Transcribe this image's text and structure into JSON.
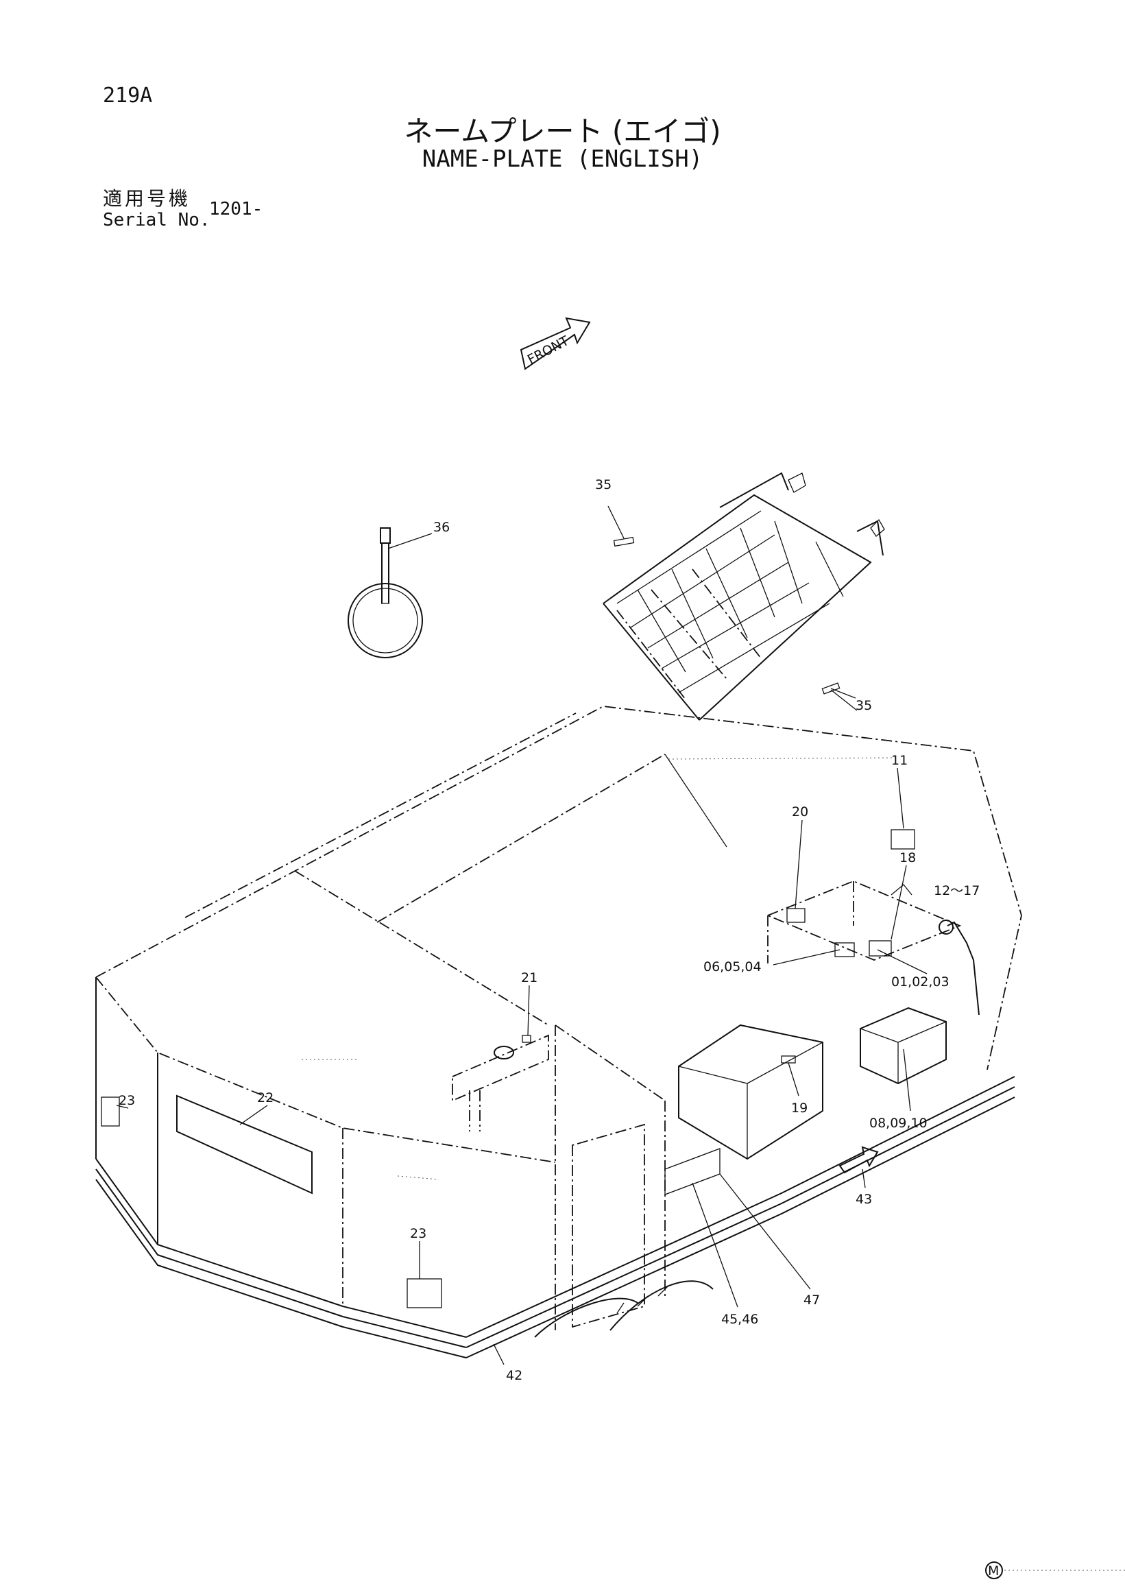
{
  "header": {
    "page_number": "219A",
    "title_jp": "ネームプレート (エイゴ)",
    "title_en": "NAME-PLATE (ENGLISH)",
    "serial_label_jp": "適用号機",
    "serial_label_en": "Serial No.",
    "serial_value": "1201-"
  },
  "diagram": {
    "front_label": "FRONT",
    "corner_mark": "M",
    "callouts": {
      "c35a": "35",
      "c35b": "35",
      "c36": "36",
      "c11": "11",
      "c20": "20",
      "c18": "18",
      "c12_17": "12～17",
      "c06_05_04": "06,05,04",
      "c01_02_03": "01,02,03",
      "c21": "21",
      "c19": "19",
      "c08_09_10": "08,09,10",
      "c23a": "23",
      "c22": "22",
      "c23b": "23",
      "c43": "43",
      "c47": "47",
      "c45_46": "45,46",
      "c42": "42"
    }
  }
}
